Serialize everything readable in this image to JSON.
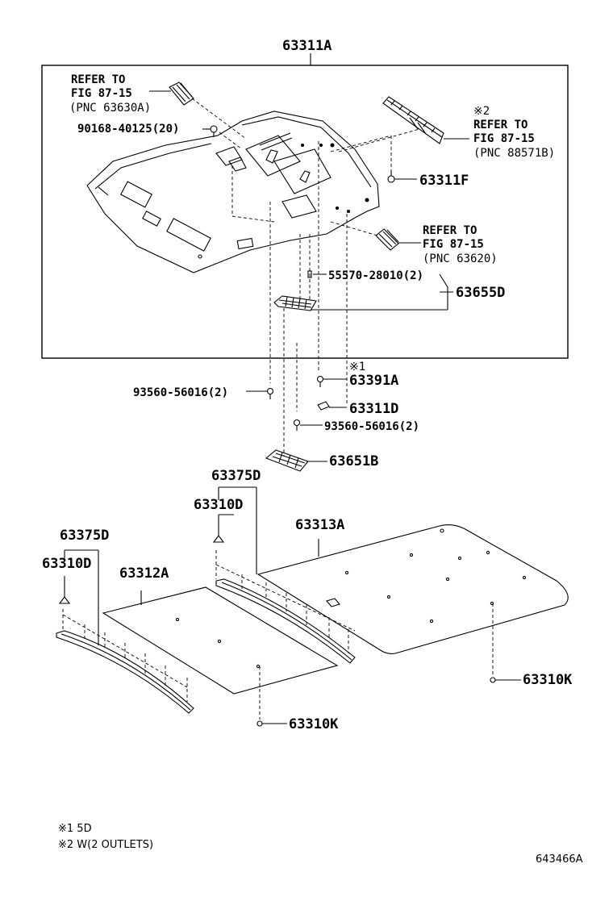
{
  "labels": {
    "p63311A": "63311A",
    "ref1_l1": "REFER TO",
    "ref1_l2": "FIG 87-15",
    "ref1_l3": "(PNC 63630A)",
    "p90168": "90168-40125(20)",
    "star2": "※2",
    "ref2_l1": "REFER TO",
    "ref2_l2": "FIG 87-15",
    "ref2_l3": "(PNC 88571B)",
    "p63311F": "63311F",
    "ref3_l1": "REFER TO",
    "ref3_l2": "FIG 87-15",
    "ref3_l3": "(PNC 63620)",
    "p55570": "55570-28010(2)",
    "p63655D": "63655D",
    "star1": "※1",
    "p63391A": "63391A",
    "p93560a": "93560-56016(2)",
    "p63311D": "63311D",
    "p93560b": "93560-56016(2)",
    "p63651B": "63651B",
    "p63375D_r": "63375D",
    "p63310D_r": "63310D",
    "p63313A": "63313A",
    "p63375D_l": "63375D",
    "p63310D_l": "63310D",
    "p63312A": "63312A",
    "p63310K_r": "63310K",
    "p63310K_b": "63310K"
  },
  "notes": {
    "n1": "※1 5D",
    "n2": "※2 W(2 OUTLETS)"
  },
  "figure_code": "643466A",
  "colors": {
    "line": "#000000",
    "background": "#ffffff"
  }
}
